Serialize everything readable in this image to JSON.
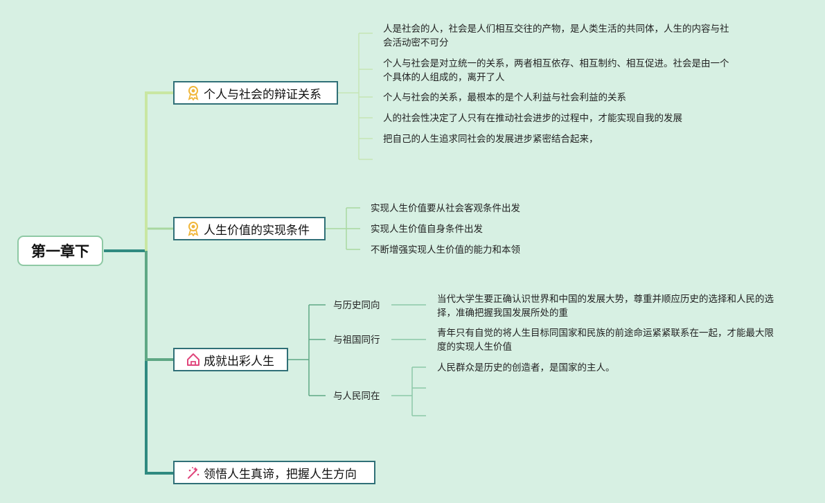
{
  "root": {
    "label": "第一章下"
  },
  "branches": [
    {
      "label": "个人与社会的辩证关系",
      "icon": "award-icon",
      "items": [
        "人是社会的人，社会是人们相互交往的产物，是人类生活的共同体，人生的内容与社会活动密不可分",
        "个人与社会是对立统一的关系，两者相互依存、相互制约、相互促进。社会是由一个个具体的人组成的，离开了人",
        "个人与社会的关系，最根本的是个人利益与社会利益的关系",
        "人的社会性决定了人只有在推动社会进步的过程中，才能实现自我的发展",
        "把自己的人生追求同社会的发展进步紧密结合起来，"
      ]
    },
    {
      "label": "人生价值的实现条件",
      "icon": "award-icon",
      "items": [
        "实现人生价值要从社会客观条件出发",
        "实现人生价值自身条件出发",
        "不断增强实现人生价值的能力和本领"
      ]
    },
    {
      "label": "成就出彩人生",
      "icon": "home-icon",
      "subs": [
        {
          "label": "与历史同向",
          "items": [
            "当代大学生要正确认识世界和中国的发展大势，尊重并顺应历史的选择和人民的选择，准确把握我国发展所处的重"
          ]
        },
        {
          "label": "与祖国同行",
          "items": [
            "青年只有自觉的将人生目标同国家和民族的前途命运紧紧联系在一起，才能最大限度的实现人生价值"
          ]
        },
        {
          "label": "与人民同在",
          "items": [
            "人民群众是历史的创造者，是国家的主人。"
          ]
        }
      ]
    },
    {
      "label": "领悟人生真谛，把握人生方向",
      "icon": "sparkle-icon"
    }
  ],
  "colors": {
    "background": "#d7f0e3",
    "trunk": "#2f8a80",
    "branch1": "#c9e6a2",
    "branch2": "#a9d8a0",
    "branch3": "#5fa885",
    "topic_border": "#2f6f77",
    "root_border": "#8ec9a4",
    "award": "#f0b63a",
    "home": "#e0457b",
    "sparkle": "#e0457b"
  }
}
